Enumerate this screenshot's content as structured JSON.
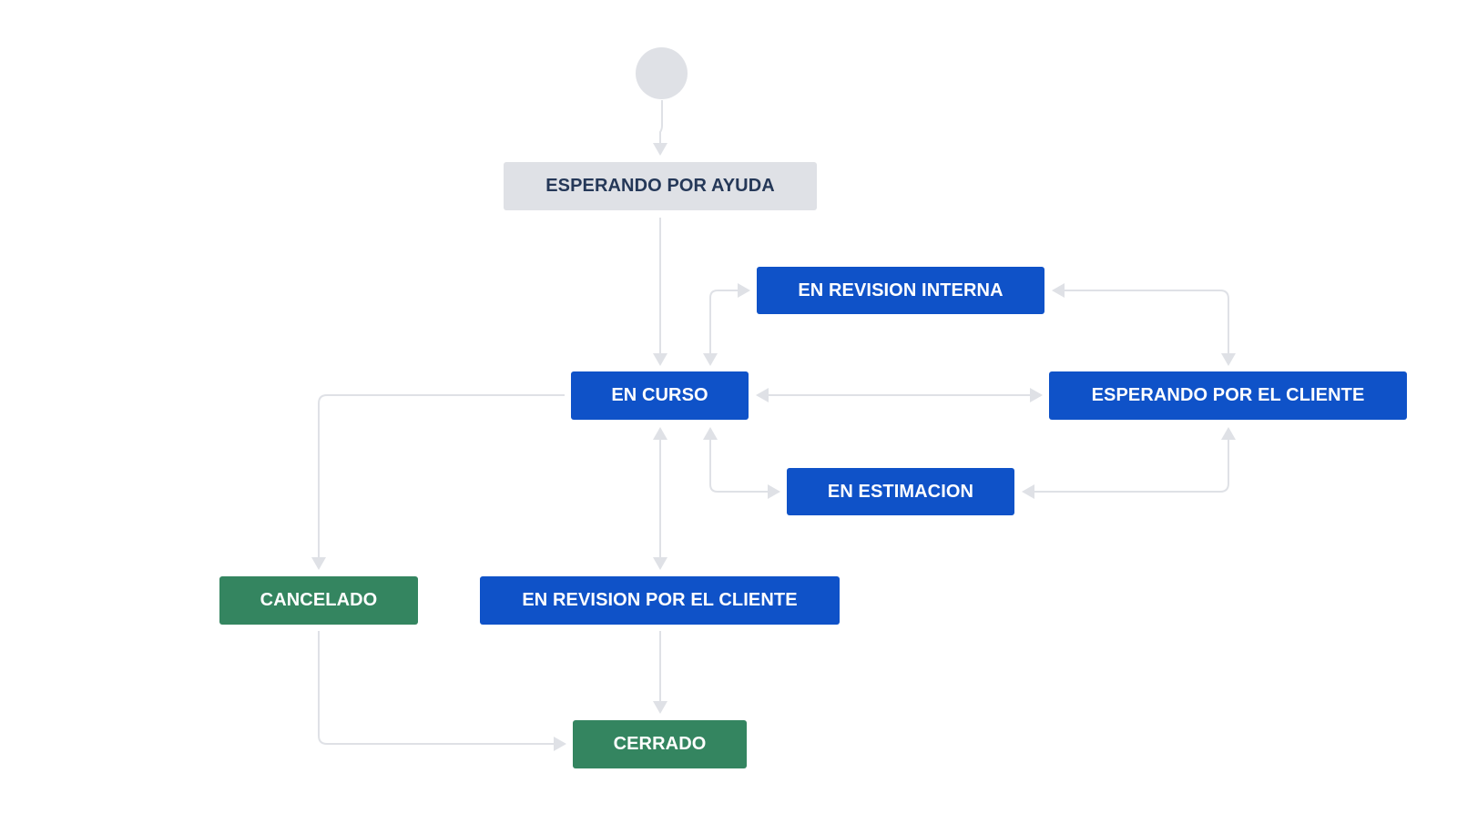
{
  "diagram": {
    "type": "workflow",
    "start_node": {
      "shape": "circle",
      "color": "#dfe1e6"
    },
    "status_colors": {
      "todo": "#dfe1e6",
      "in_progress": "#0f52c8",
      "done": "#348560"
    },
    "statuses": {
      "esperando_por_ayuda": {
        "label": "ESPERANDO POR AYUDA",
        "category": "todo"
      },
      "en_revision_interna": {
        "label": "EN REVISION INTERNA",
        "category": "in_progress"
      },
      "en_curso": {
        "label": "EN CURSO",
        "category": "in_progress"
      },
      "esperando_por_el_cliente": {
        "label": "ESPERANDO POR EL CLIENTE",
        "category": "in_progress"
      },
      "en_estimacion": {
        "label": "EN ESTIMACION",
        "category": "in_progress"
      },
      "cancelado": {
        "label": "CANCELADO",
        "category": "done"
      },
      "en_revision_por_el_cliente": {
        "label": "EN REVISION POR EL CLIENTE",
        "category": "in_progress"
      },
      "cerrado": {
        "label": "CERRADO",
        "category": "done"
      }
    },
    "transitions": [
      {
        "from": "start",
        "to": "esperando_por_ayuda",
        "direction": "one-way"
      },
      {
        "from": "esperando_por_ayuda",
        "to": "en_curso",
        "direction": "one-way"
      },
      {
        "from": "en_curso",
        "to": "en_revision_interna",
        "direction": "two-way"
      },
      {
        "from": "en_revision_interna",
        "to": "esperando_por_el_cliente",
        "direction": "two-way"
      },
      {
        "from": "en_curso",
        "to": "esperando_por_el_cliente",
        "direction": "two-way"
      },
      {
        "from": "en_curso",
        "to": "en_estimacion",
        "direction": "two-way"
      },
      {
        "from": "en_estimacion",
        "to": "esperando_por_el_cliente",
        "direction": "two-way"
      },
      {
        "from": "en_curso",
        "to": "cancelado",
        "direction": "one-way"
      },
      {
        "from": "en_curso",
        "to": "en_revision_por_el_cliente",
        "direction": "two-way"
      },
      {
        "from": "cancelado",
        "to": "cerrado",
        "direction": "one-way"
      },
      {
        "from": "en_revision_por_el_cliente",
        "to": "cerrado",
        "direction": "one-way"
      }
    ]
  }
}
